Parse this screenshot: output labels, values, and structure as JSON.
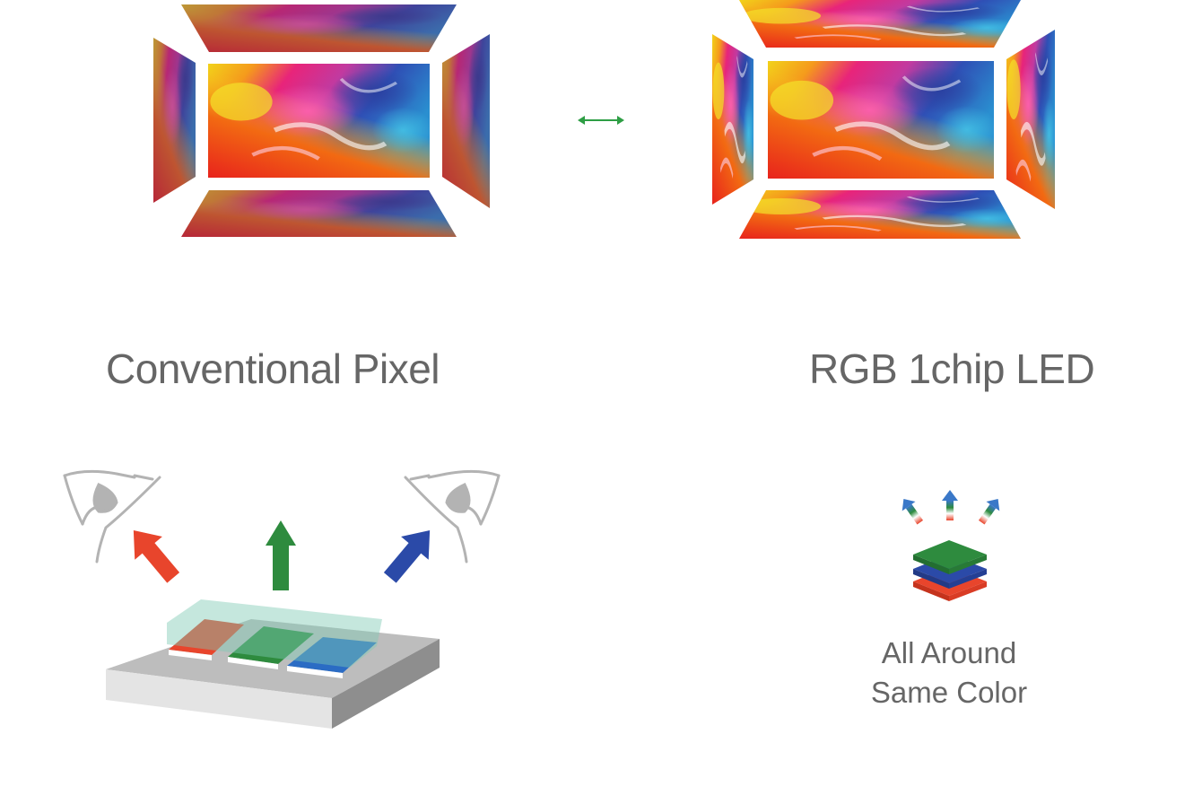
{
  "left": {
    "title": "Conventional Pixel"
  },
  "right": {
    "title": "RGB 1chip LED",
    "caption_line1": "All Around",
    "caption_line2": "Same Color"
  },
  "colors": {
    "arrow_red": "#e8452c",
    "arrow_green": "#2e8b3e",
    "arrow_blue": "#2b4aa8",
    "compare_arrow": "#2e9e45",
    "text": "#666666"
  },
  "icons": {
    "compare": "double-arrow-icon",
    "eye": "eye-icon"
  }
}
